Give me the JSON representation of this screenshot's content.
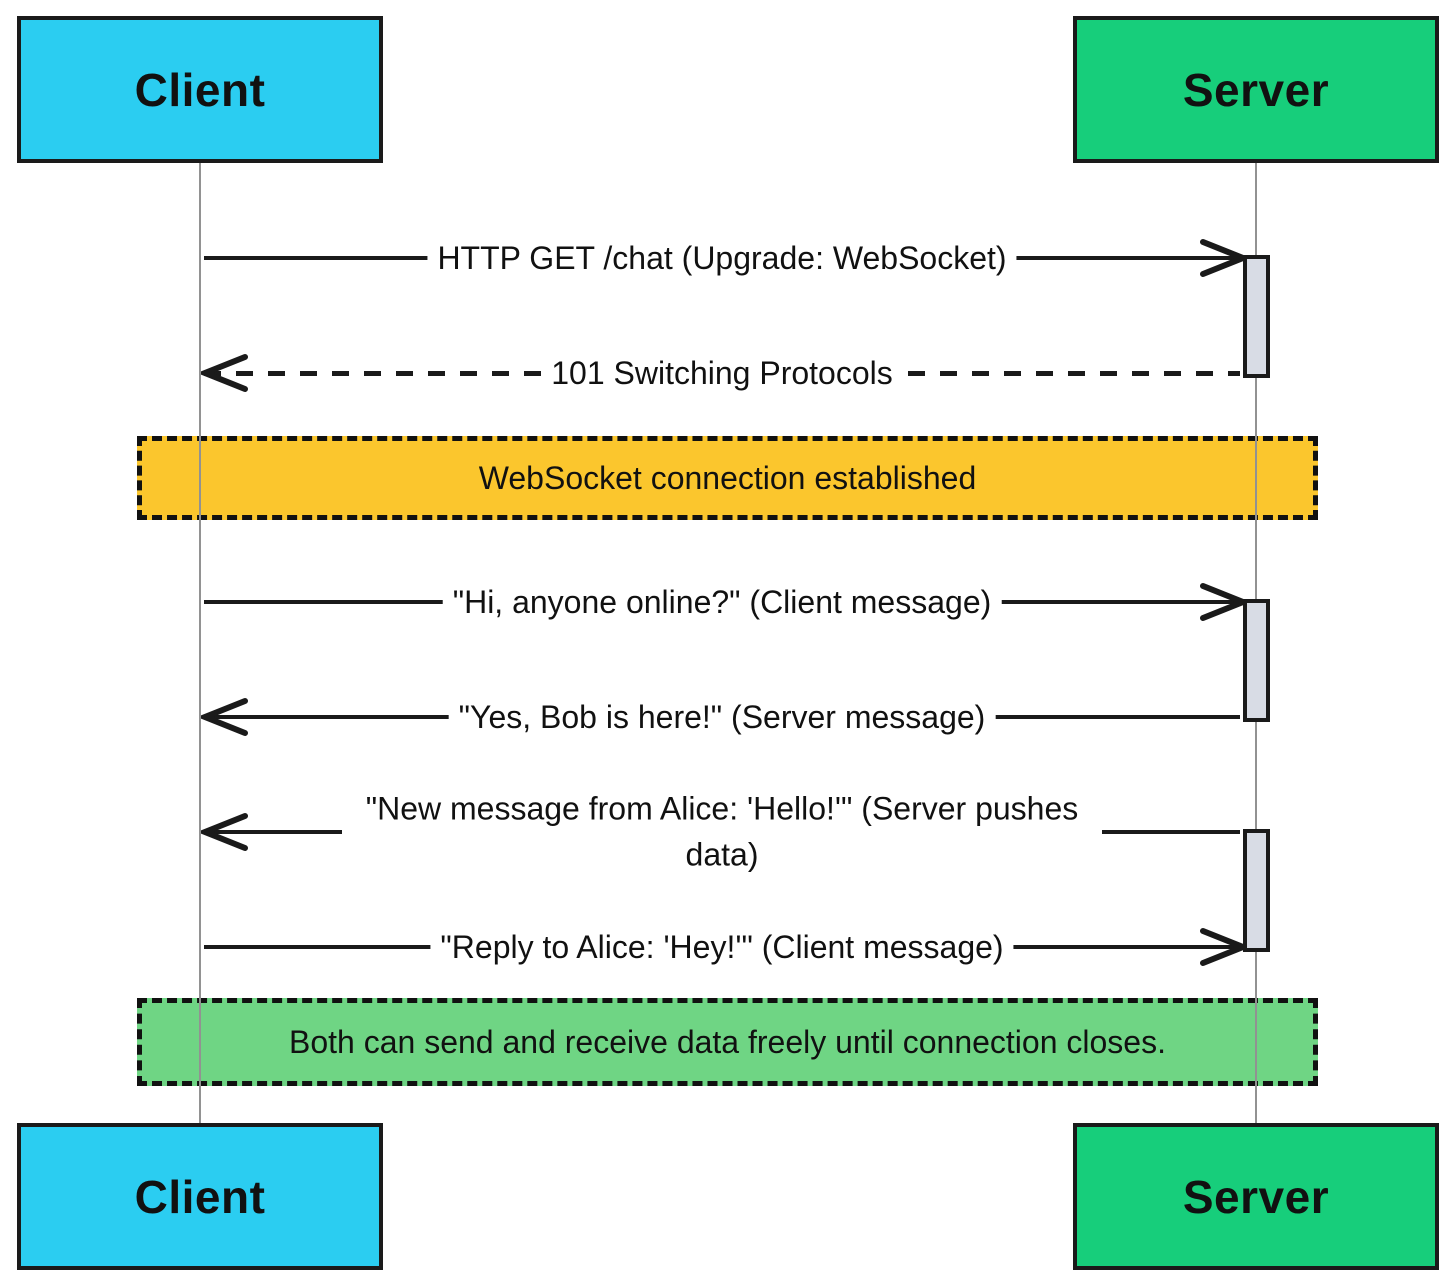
{
  "diagram": {
    "type": "sequence-diagram",
    "actors": {
      "client": {
        "label": "Client"
      },
      "server": {
        "label": "Server"
      }
    },
    "messages": [
      {
        "text": "HTTP GET /chat (Upgrade: WebSocket)",
        "from": "client",
        "to": "server",
        "line": "solid"
      },
      {
        "text": "101 Switching Protocols",
        "from": "server",
        "to": "client",
        "line": "dashed"
      },
      {
        "text": "\"Hi, anyone online?\" (Client message)",
        "from": "client",
        "to": "server",
        "line": "solid"
      },
      {
        "text": "\"Yes, Bob is here!\" (Server message)",
        "from": "server",
        "to": "client",
        "line": "solid"
      },
      {
        "text": "\"New message from Alice: 'Hello!'\" (Server pushes data)",
        "from": "server",
        "to": "client",
        "line": "solid"
      },
      {
        "text": "\"Reply to Alice: 'Hey!'\" (Client message)",
        "from": "client",
        "to": "server",
        "line": "solid"
      }
    ],
    "notes": [
      {
        "text": "WebSocket connection established",
        "color_key": "note-yellow"
      },
      {
        "text": "Both can send and receive data freely until connection closes.",
        "color_key": "note-green"
      }
    ],
    "colors": {
      "client": "#2bcdf1",
      "server": "#17ce7b",
      "note-yellow": "#fbc62d",
      "note-green": "#6fd584",
      "activation": "#d8dce5",
      "lifeline": "#929292",
      "line": "#1a1a1a"
    }
  }
}
